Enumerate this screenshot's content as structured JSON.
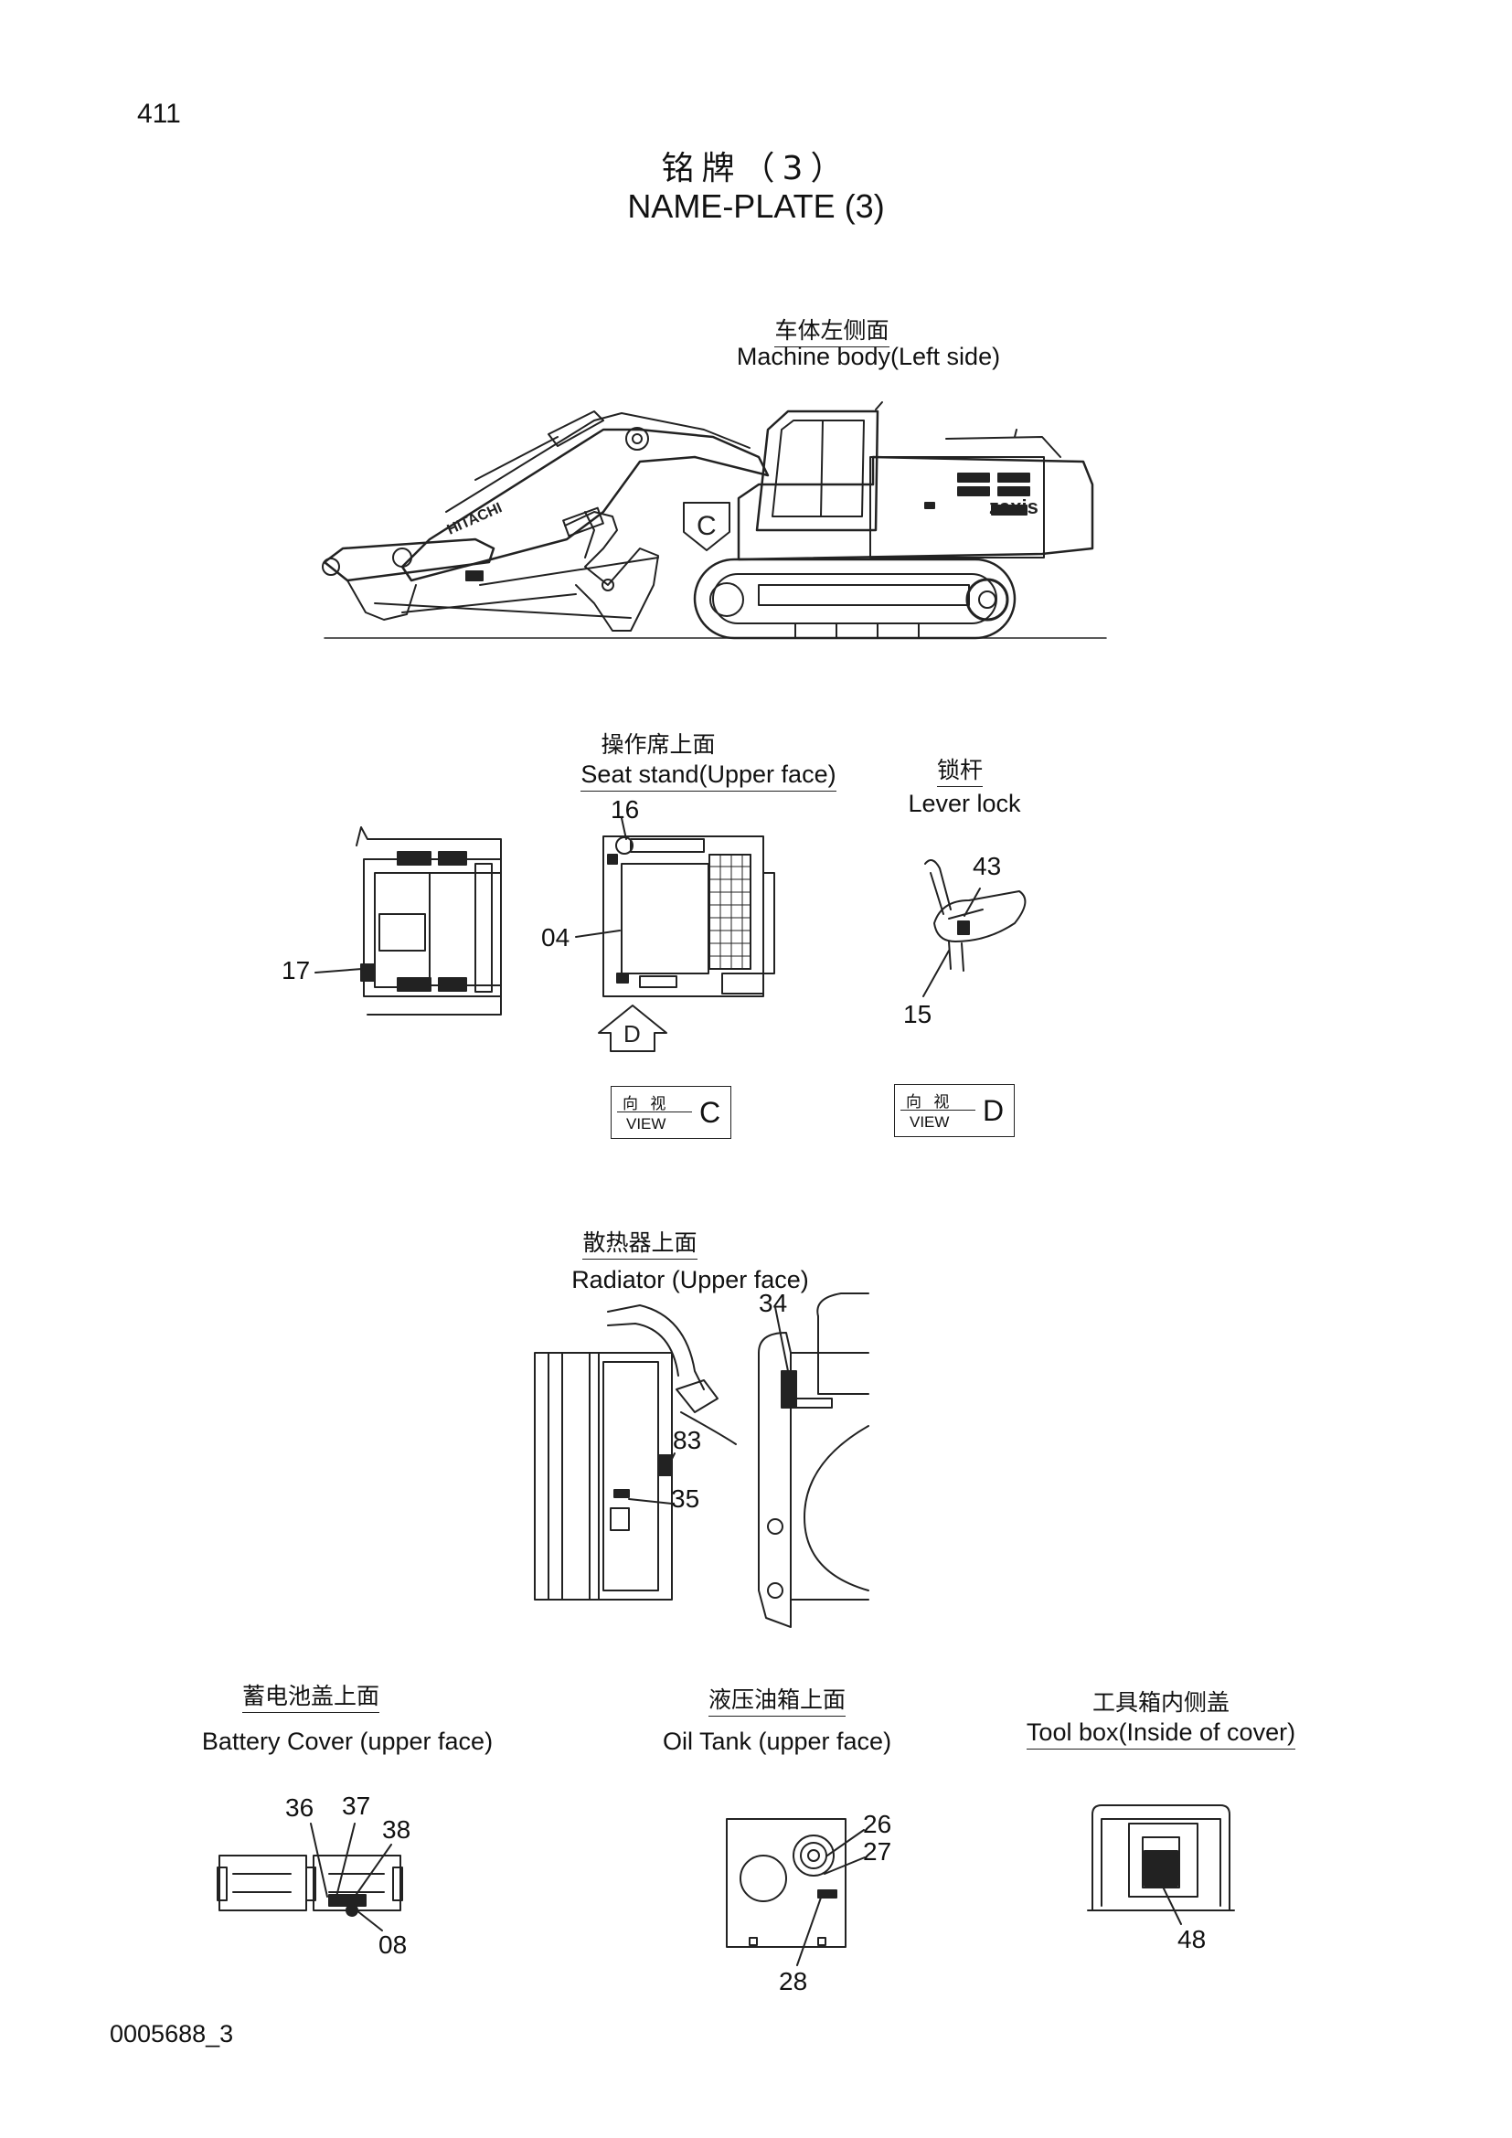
{
  "page_number": "411",
  "title_cn": "铭牌（3）",
  "title_en": "NAME-PLATE (3)",
  "document_id": "0005688_3",
  "sections": {
    "machine_body": {
      "cn": "车体左侧面",
      "en": "Machine body(Left side)",
      "brand": "HITACHI",
      "view_marker": "C"
    },
    "seat_stand": {
      "cn": "操作席上面",
      "en": "Seat stand(Upper face)",
      "view_marker": "D"
    },
    "lever_lock": {
      "cn": "锁杆",
      "en": "Lever lock"
    },
    "radiator": {
      "cn": "散热器上面",
      "en": "Radiator (Upper face)"
    },
    "battery_cover": {
      "cn": "蓄电池盖上面",
      "en": "Battery Cover (upper face)"
    },
    "oil_tank": {
      "cn": "液压油箱上面",
      "en": "Oil Tank (upper face)"
    },
    "tool_box": {
      "cn": "工具箱内侧盖",
      "en": "Tool box(Inside of cover)"
    }
  },
  "view_boxes": [
    {
      "cn": "向 视",
      "en": "VIEW",
      "letter": "C"
    },
    {
      "cn": "向 视",
      "en": "VIEW",
      "letter": "D"
    }
  ],
  "callouts": [
    "17",
    "16",
    "04",
    "43",
    "15",
    "34",
    "83",
    "35",
    "36",
    "37",
    "38",
    "08",
    "26",
    "27",
    "28",
    "48"
  ]
}
